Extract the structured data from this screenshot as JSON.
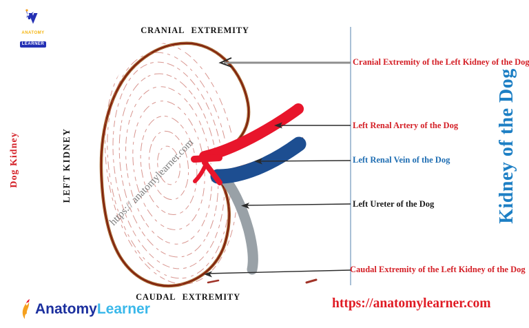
{
  "header_logo": {
    "line1": "ANATOMY",
    "line2": "LEARNER"
  },
  "diagram": {
    "top_label": "CRANIAL  EXTREMITY",
    "bottom_label": "CAUDAL  EXTREMITY",
    "left_label_red": "Dog  Kidney",
    "left_label_black": "LEFT  KIDNEY",
    "right_title": "Kidney of the Dog",
    "watermark": "https:// anatomylearner.com"
  },
  "annotations": [
    {
      "label": "Cranial Extremity of the Left Kidney of the Dog",
      "color": "#d42027"
    },
    {
      "label": "Left Renal Artery  of the Dog",
      "color": "#d42027"
    },
    {
      "label": "Left Renal Vein of the Dog",
      "color": "#1e6db2"
    },
    {
      "label": "Left Ureter of the Dog",
      "color": "#1a1a1a"
    },
    {
      "label": "Caudal Extremity of the Left Kidney of the Dog",
      "color": "#d42027"
    }
  ],
  "footer": {
    "brand_part1": "Anatomy",
    "brand_part2": "Learner",
    "url": "https://anatomylearner.com"
  },
  "colors": {
    "divider": "#a9c0d6",
    "arrow_gray": "#8e8e8e",
    "arrow_black": "#2a2a2a",
    "kidney_outline_outer": "#a3622e",
    "kidney_outline_inner": "#7c1a0c",
    "kidney_texture": "#bf4f45",
    "artery_red": "#e8152b",
    "vein_blue": "#1d4e91",
    "ureter_gray": "#99a1a7",
    "watermark_gray": "#6f6f6f",
    "title_blue": "#1d7fc4",
    "url_red": "#e01b24",
    "logo_dark_blue": "#1b2f9e",
    "logo_light_blue": "#3ab8ea",
    "logo_orange": "#f5a01e"
  }
}
